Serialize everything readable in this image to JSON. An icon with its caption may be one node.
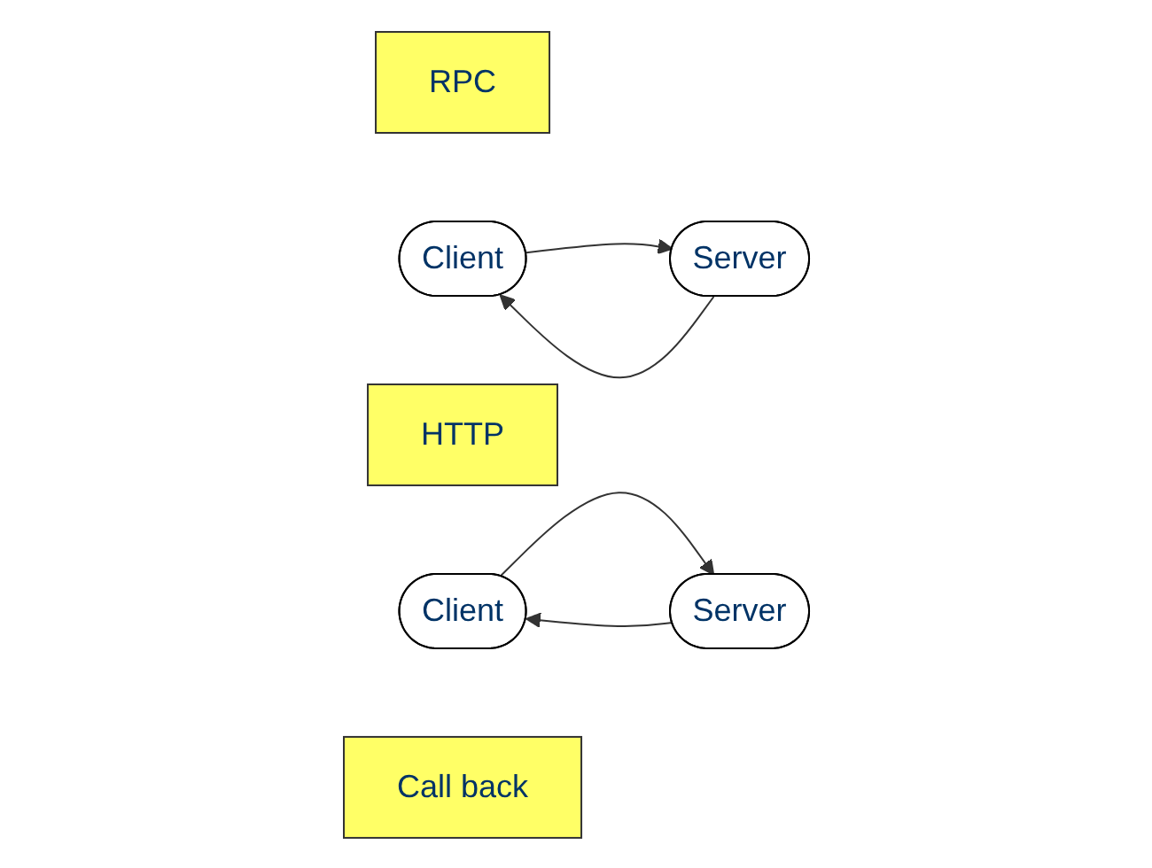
{
  "diagram": {
    "nodes": [
      {
        "text": [
          "RPC"
        ]
      },
      {
        "text": [
          "Client"
        ]
      },
      {
        "text": [
          "Server"
        ]
      },
      {
        "text": [
          "HTTP"
        ]
      },
      {
        "text": [
          "Client"
        ]
      },
      {
        "text": [
          "Server"
        ]
      },
      {
        "text": [
          "Call back"
        ]
      }
    ],
    "edges": [
      {
        "from": 1,
        "to": 2,
        "arrow": "to"
      },
      {
        "from": 2,
        "to": 1,
        "arrow": "to"
      },
      {
        "from": 4,
        "to": 5,
        "arrow": "to"
      },
      {
        "from": 5,
        "to": 4,
        "arrow": "to"
      }
    ]
  }
}
